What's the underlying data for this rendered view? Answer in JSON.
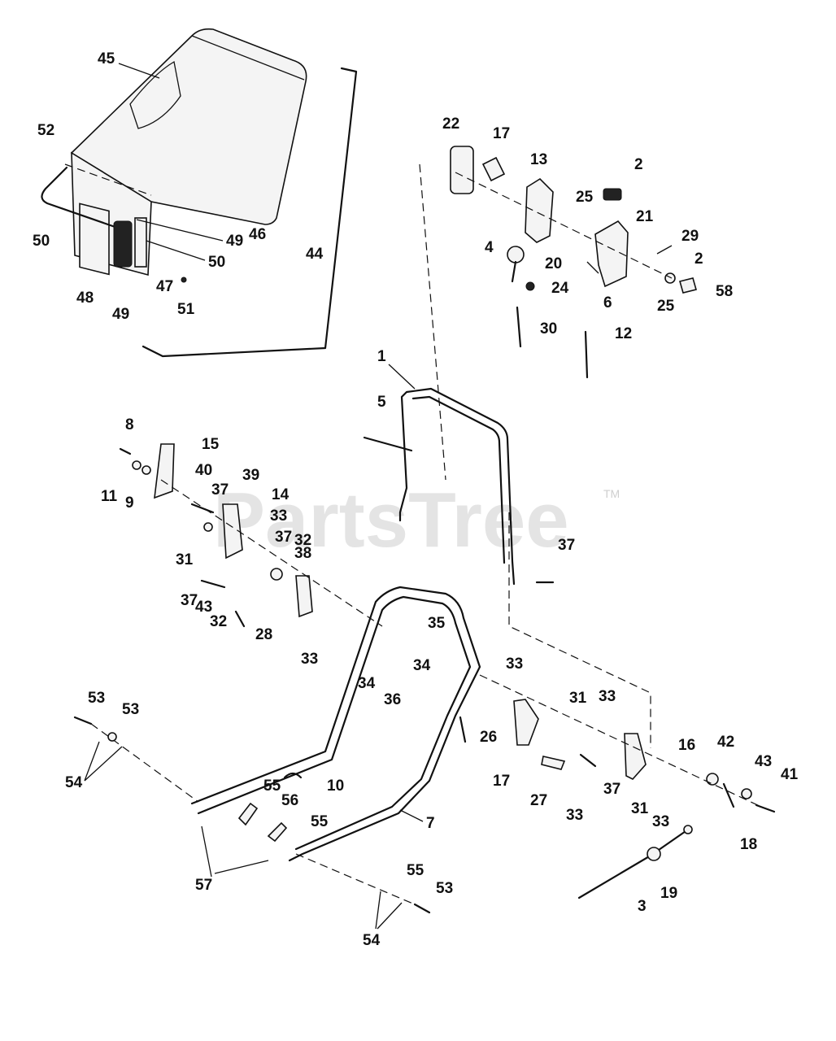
{
  "watermark": {
    "text": "PartsTree",
    "trademark": "TM"
  },
  "callouts": {
    "c45": "45",
    "c52": "52",
    "c50a": "50",
    "c49a": "49",
    "c46": "46",
    "c50b": "50",
    "c44": "44",
    "c48": "48",
    "c49b": "49",
    "c47": "47",
    "c51": "51",
    "c22": "22",
    "c17a": "17",
    "c13": "13",
    "c2a": "2",
    "c25a": "25",
    "c21": "21",
    "c29": "29",
    "c4": "4",
    "c20": "20",
    "c2b": "2",
    "c24": "24",
    "c6": "6",
    "c25b": "25",
    "c58": "58",
    "c30": "30",
    "c12": "12",
    "c1": "1",
    "c5": "5",
    "c37a": "37",
    "c8": "8",
    "c15": "15",
    "c40": "40",
    "c11": "11",
    "c9": "9",
    "c39": "39",
    "c37b": "37",
    "c14": "14",
    "c33a": "33",
    "c37c": "37",
    "c32a": "32",
    "c31a": "31",
    "c38": "38",
    "c37d": "37",
    "c43a": "43",
    "c32b": "32",
    "c28": "28",
    "c33b": "33",
    "c35": "35",
    "c34a": "34",
    "c34b": "34",
    "c36": "36",
    "c33c": "33",
    "c31b": "31",
    "c33d": "33",
    "c26": "26",
    "c17b": "17",
    "c16": "16",
    "c42": "42",
    "c43b": "43",
    "c41": "41",
    "c27": "27",
    "c33e": "33",
    "c37e": "37",
    "c31c": "31",
    "c33f": "33",
    "c18": "18",
    "c53a": "53",
    "c53b": "53",
    "c54a": "54",
    "c10": "10",
    "c55a": "55",
    "c56": "56",
    "c7": "7",
    "c55b": "55",
    "c57": "57",
    "c55c": "55",
    "c53c": "53",
    "c54b": "54",
    "c3": "3",
    "c19": "19"
  }
}
